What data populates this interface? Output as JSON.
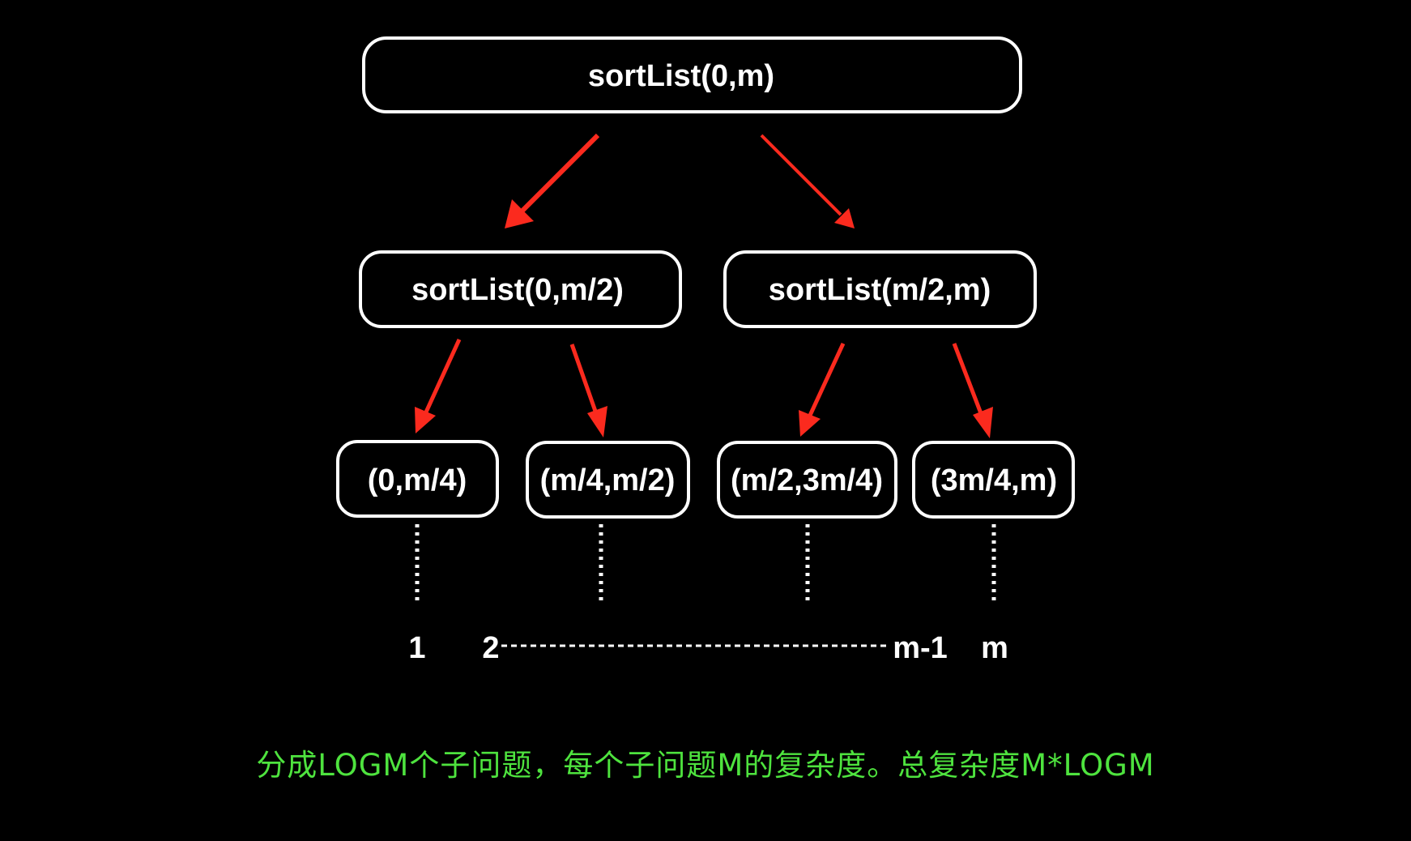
{
  "diagram": {
    "title": "Merge sort recursion tree for sortList",
    "colors": {
      "background": "#000000",
      "node_border": "#ffffff",
      "node_text": "#ffffff",
      "arrow": "#fb2a1e",
      "caption": "#4ee33e"
    },
    "root": {
      "label": "sortList(0,m)"
    },
    "level1": [
      {
        "label": "sortList(0,m/2)"
      },
      {
        "label": "sortList(m/2,m)"
      }
    ],
    "level2": [
      {
        "label": "(0,m/4)"
      },
      {
        "label": "(m/4,m/2)"
      },
      {
        "label": "(m/2,3m/4)"
      },
      {
        "label": "(3m/4,m)"
      }
    ],
    "leaf_indices": {
      "first": "1",
      "second": "2",
      "second_last": "m-1",
      "last": "m"
    },
    "edges": [
      {
        "from": "sortList(0,m)",
        "to": "sortList(0,m/2)"
      },
      {
        "from": "sortList(0,m)",
        "to": "sortList(m/2,m)"
      },
      {
        "from": "sortList(0,m/2)",
        "to": "(0,m/4)"
      },
      {
        "from": "sortList(0,m/2)",
        "to": "(m/4,m/2)"
      },
      {
        "from": "sortList(m/2,m)",
        "to": "(m/2,3m/4)"
      },
      {
        "from": "sortList(m/2,m)",
        "to": "(3m/4,m)"
      }
    ]
  },
  "caption": {
    "text": "分成LOGM个子问题，每个子问题M的复杂度。总复杂度M*LOGM"
  }
}
